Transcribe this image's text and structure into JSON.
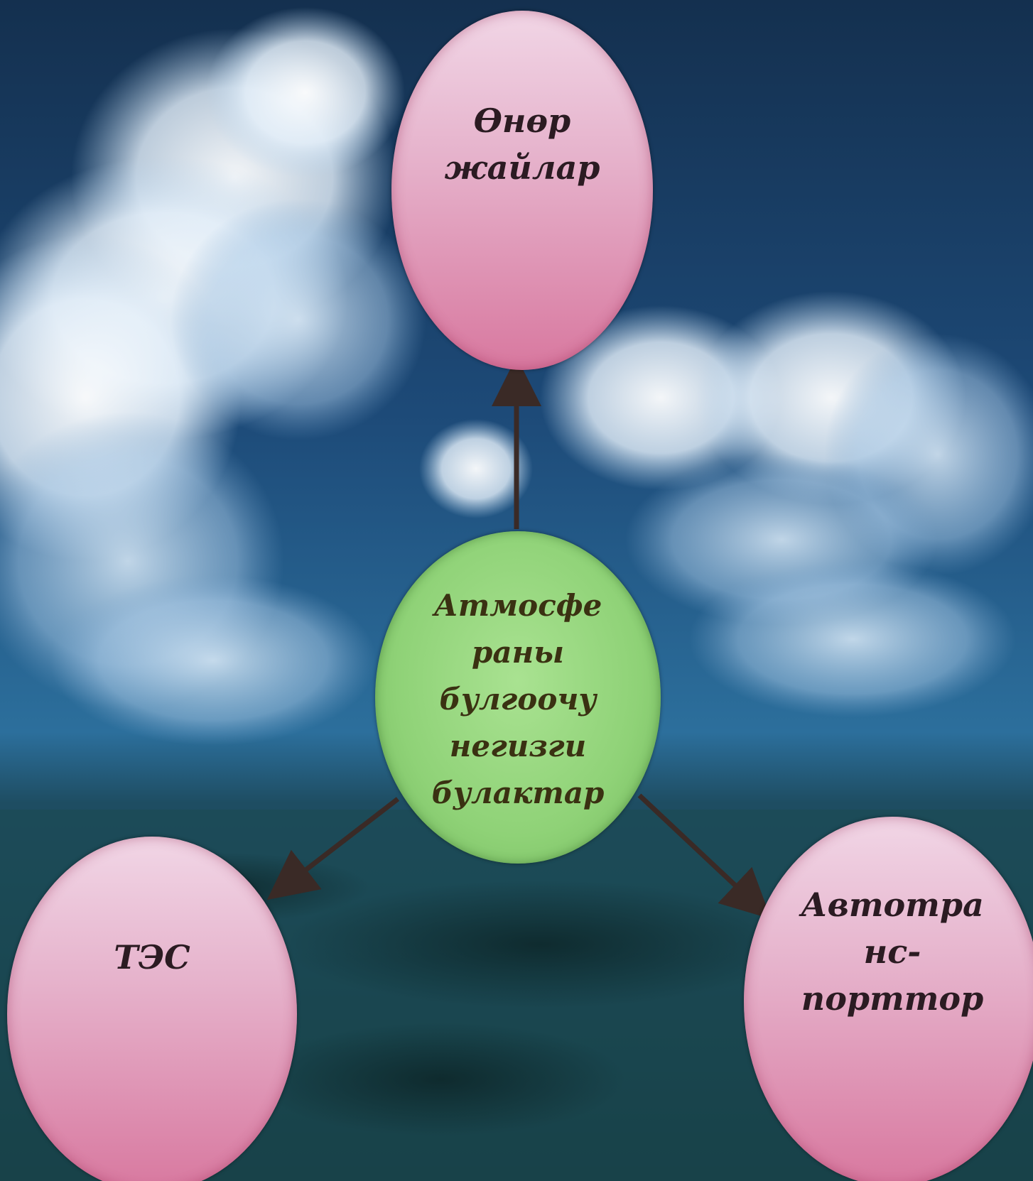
{
  "diagram": {
    "center": {
      "label": "Атмосфе\nраны\nбулгоочу\nнегизги\nбулактар"
    },
    "nodes": {
      "industry": {
        "label": "Өнөр\nжайлар"
      },
      "tes": {
        "label": "ТЭС"
      },
      "transport": {
        "label": "Автотра\nнс-\nпорттор"
      }
    }
  },
  "colors": {
    "node_pink": "#e6b3cc",
    "node_green": "#8fd277",
    "arrow": "#3a2a26",
    "sky": "#1d4a78",
    "sea": "#1f4f58"
  }
}
